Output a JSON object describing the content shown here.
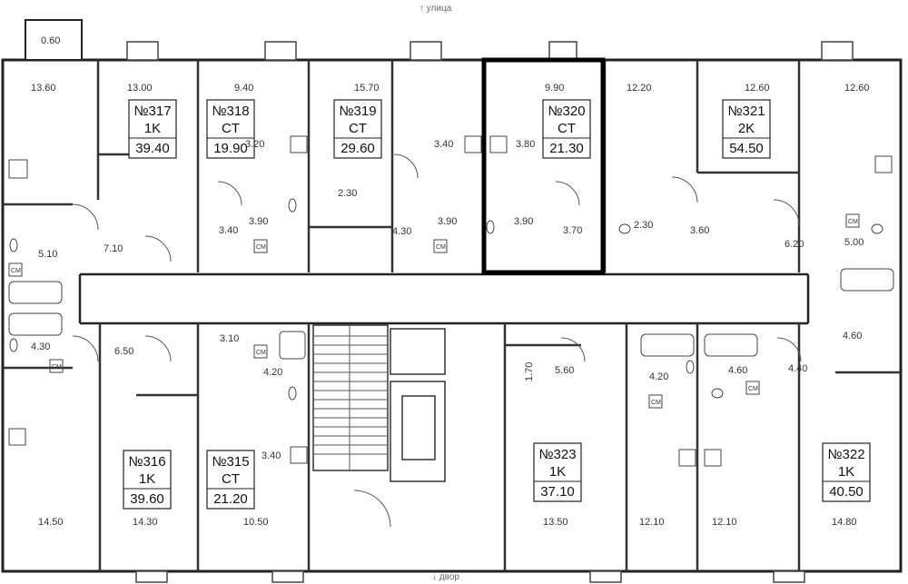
{
  "directions": {
    "top": "↑ улица",
    "bottom": "↓ двор"
  },
  "units": [
    {
      "id": "unit-317",
      "number": "№317",
      "type": "1K",
      "area": "39.40"
    },
    {
      "id": "unit-318",
      "number": "№318",
      "type": "CT",
      "area": "19.90"
    },
    {
      "id": "unit-319",
      "number": "№319",
      "type": "CT",
      "area": "29.60"
    },
    {
      "id": "unit-320",
      "number": "№320",
      "type": "CT",
      "area": "21.30",
      "highlighted": true
    },
    {
      "id": "unit-321",
      "number": "№321",
      "type": "2K",
      "area": "54.50"
    },
    {
      "id": "unit-316",
      "number": "№316",
      "type": "1K",
      "area": "39.60"
    },
    {
      "id": "unit-315",
      "number": "№315",
      "type": "CT",
      "area": "21.20"
    },
    {
      "id": "unit-323",
      "number": "№323",
      "type": "1K",
      "area": "37.10"
    },
    {
      "id": "unit-322",
      "number": "№322",
      "type": "1K",
      "area": "40.50"
    }
  ],
  "room_areas": [
    "0.60",
    "13.60",
    "13.00",
    "9.40",
    "15.70",
    "9.90",
    "12.20",
    "12.60",
    "12.60",
    "3.20",
    "3.40",
    "3.80",
    "2.30",
    "3.90",
    "3.90",
    "3.90",
    "3.40",
    "4.30",
    "3.70",
    "2.30",
    "3.60",
    "6.20",
    "5.00",
    "5.10",
    "7.10",
    "4.30",
    "6.50",
    "3.10",
    "4.20",
    "3.40",
    "1.70",
    "5.60",
    "4.20",
    "4.60",
    "4.40",
    "4.60",
    "14.50",
    "14.30",
    "10.50",
    "13.50",
    "12.10",
    "12.10",
    "14.80"
  ],
  "fixture_labels": {
    "washer": "CM"
  },
  "colors": {
    "wall": "#222222",
    "highlight": "#000000",
    "thin": "#555555"
  }
}
